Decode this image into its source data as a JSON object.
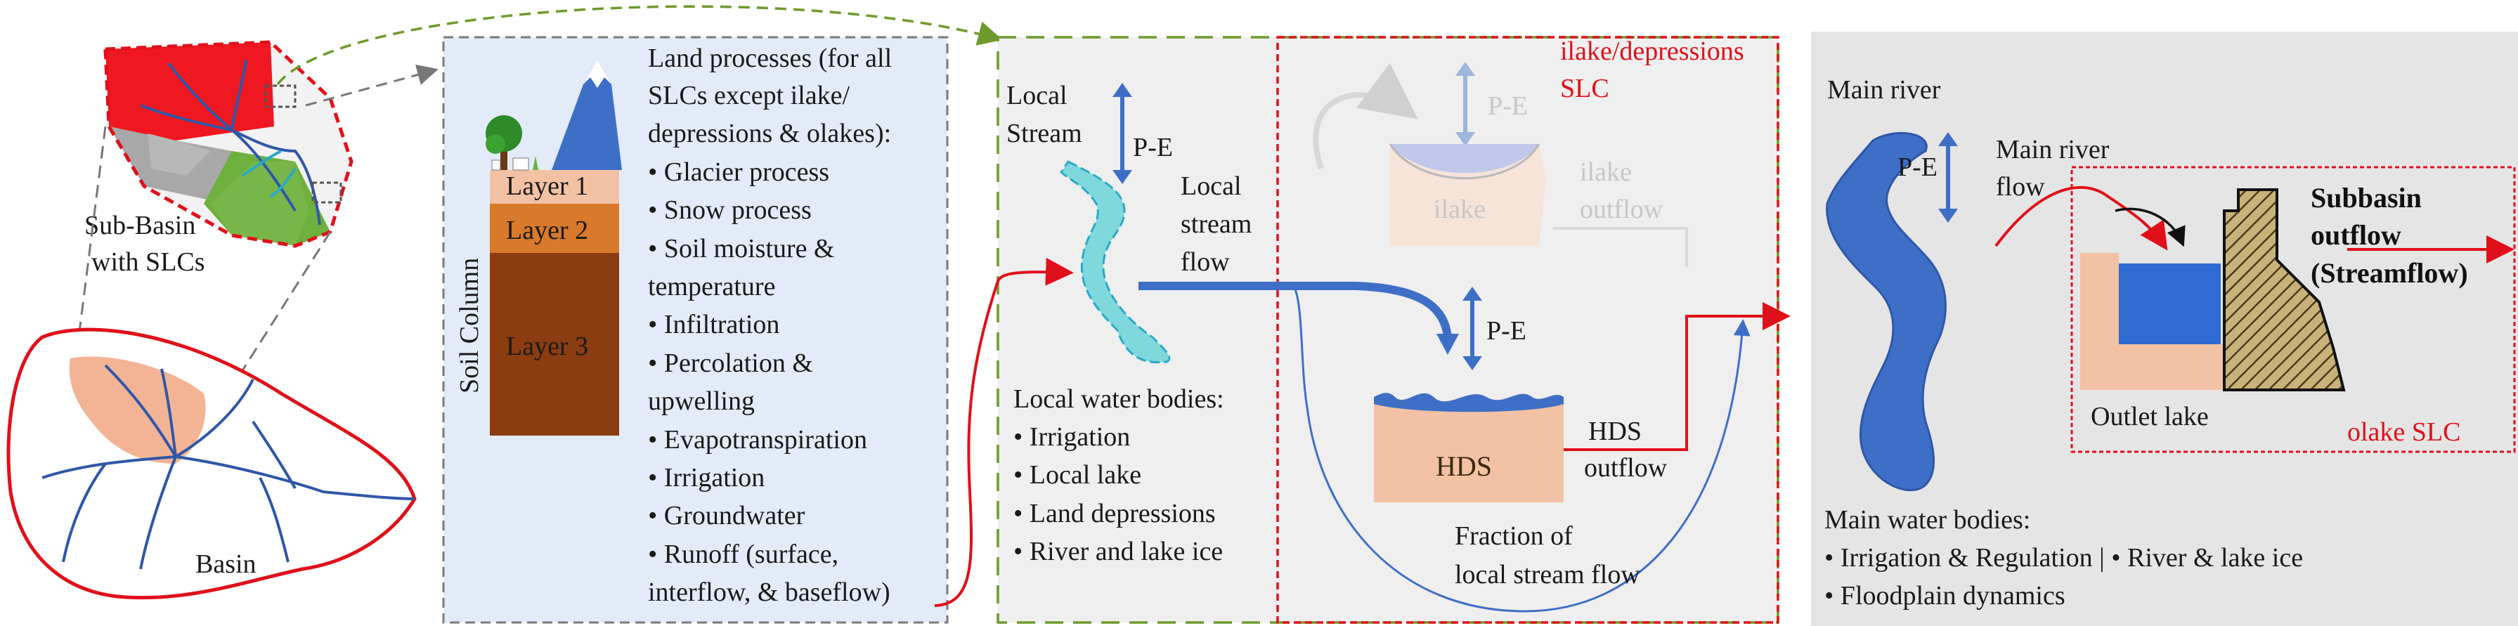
{
  "colors": {
    "stream_blue": "#3e6fc7",
    "red": "#e0101a",
    "land_panel": "#e3ebf8",
    "local_panel": "#efefef",
    "main_panel": "#e5e5e5",
    "peach": "#f3c2a4",
    "green_dash": "#6d9a2a"
  },
  "labels": {
    "sub_basin": [
      "Sub-Basin",
      "with SLCs"
    ],
    "basin": "Basin",
    "soil_column": "Soil Column",
    "layer1": "Layer 1",
    "layer2": "Layer 2",
    "layer3": "Layer 3",
    "land_title": [
      "Land processes (for all",
      "SLCs except ilake/",
      "depressions & olakes):"
    ],
    "land_items": [
      "• Glacier process",
      "• Snow process",
      "• Soil moisture &",
      "temperature",
      "• Infiltration",
      "• Percolation &",
      "upwelling",
      "• Evapotranspiration",
      "• Irrigation",
      "• Groundwater",
      "• Runoff (surface,",
      "interflow, & baseflow)"
    ],
    "local_stream": [
      "Local",
      "Stream"
    ],
    "pe": "P-E",
    "local_stream_flow": [
      "Local",
      "stream",
      "flow"
    ],
    "local_water_title": "Local water bodies:",
    "local_water_items": [
      "• Irrigation",
      "• Local lake",
      "• Land depressions",
      "• River and lake ice"
    ],
    "ilake_slc": [
      "ilake/depressions",
      "SLC"
    ],
    "ilake": "ilake",
    "ilake_outflow": [
      "ilake",
      "outflow"
    ],
    "hds": "HDS",
    "hds_outflow": [
      "HDS",
      "outflow"
    ],
    "fraction": [
      "Fraction of",
      "local stream flow"
    ],
    "main_river": "Main river",
    "main_river_flow": [
      "Main river",
      "flow"
    ],
    "subbasin_outflow": [
      "Subbasin",
      "outflow",
      "(Streamflow)"
    ],
    "outlet_lake": "Outlet lake",
    "olake_slc": "olake SLC",
    "main_water_title": "Main water bodies:",
    "main_water_items": [
      "• Irrigation & Regulation | • River & lake ice",
      "• Floodplain dynamics"
    ]
  }
}
